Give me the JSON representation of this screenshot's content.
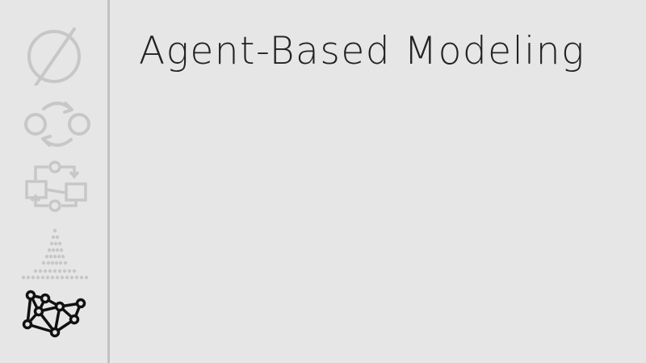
{
  "slide": {
    "title": "Agent-Based Modeling"
  },
  "sidebar": {
    "icons": [
      {
        "name": "empty-set-icon",
        "state": "inactive"
      },
      {
        "name": "cycle-arrows-icon",
        "state": "inactive"
      },
      {
        "name": "flowchart-icon",
        "state": "inactive"
      },
      {
        "name": "distribution-dots-icon",
        "state": "inactive"
      },
      {
        "name": "network-graph-icon",
        "state": "active"
      }
    ]
  },
  "colors": {
    "background": "#e6e6e6",
    "divider": "#c2c2c2",
    "inactive_icon": "#c7c7c7",
    "active_icon": "#111111",
    "title_text": "#222222"
  }
}
